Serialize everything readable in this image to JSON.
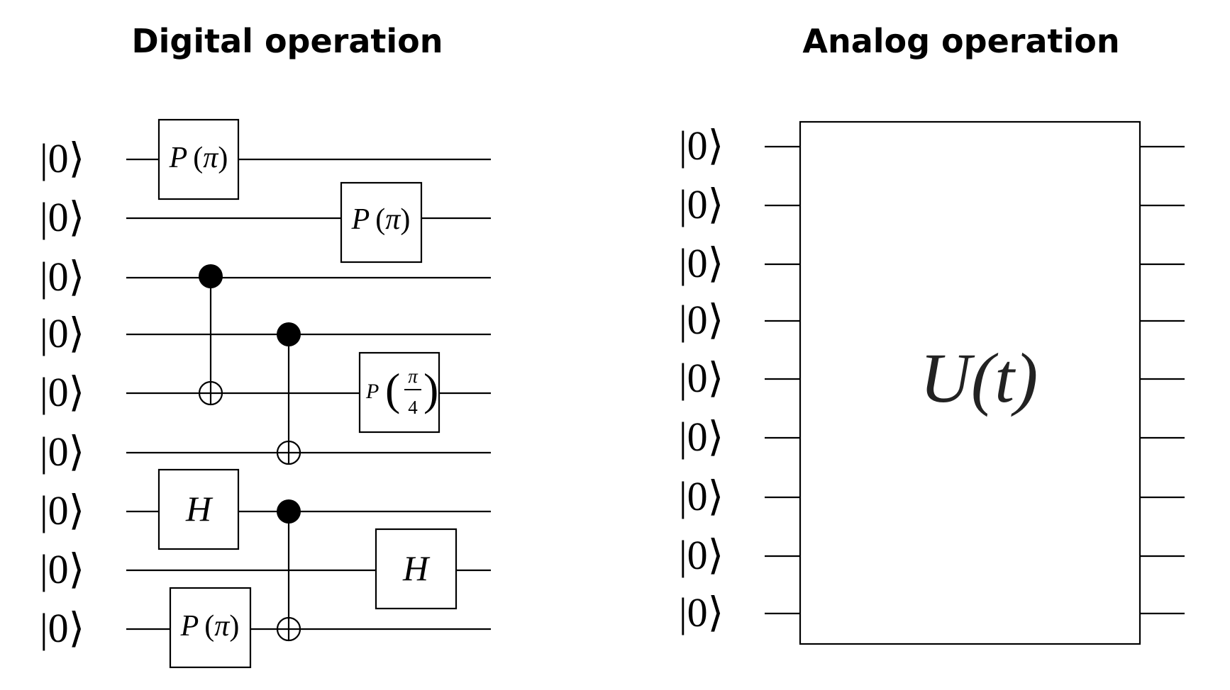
{
  "digital": {
    "title": "Digital operation",
    "ket": "|0⟩",
    "qubit_count": 9,
    "gates": [
      {
        "type": "P",
        "qubit": 0,
        "label": "P",
        "arg": "π"
      },
      {
        "type": "P",
        "qubit": 1,
        "label": "P",
        "arg": "π"
      },
      {
        "type": "CNOT",
        "control": 2,
        "target": 4
      },
      {
        "type": "CNOT",
        "control": 3,
        "target": 5
      },
      {
        "type": "P",
        "qubit": 4,
        "label": "P",
        "arg_num": "π",
        "arg_den": "4"
      },
      {
        "type": "H",
        "qubit": 6,
        "label": "H"
      },
      {
        "type": "CNOT",
        "control": 6,
        "target": 8
      },
      {
        "type": "H",
        "qubit": 7,
        "label": "H"
      },
      {
        "type": "P",
        "qubit": 8,
        "label": "P",
        "arg": "π"
      }
    ]
  },
  "analog": {
    "title": "Analog operation",
    "ket": "|0⟩",
    "qubit_count": 9,
    "unitary_label": "U(t)"
  }
}
